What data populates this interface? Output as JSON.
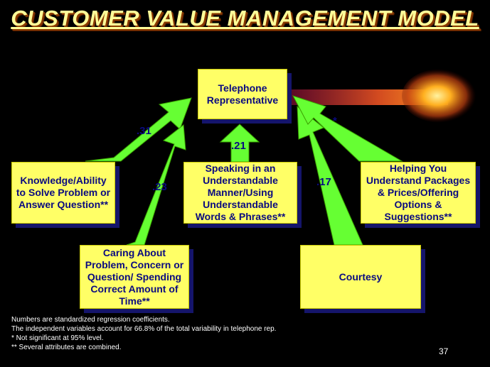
{
  "title": "CUSTOMER VALUE MANAGEMENT MODEL",
  "boxes": {
    "telephone_rep": "Telephone Representative",
    "knowledge": "Knowledge/Ability to Solve Problem or Answer Question**",
    "speaking": "Speaking in an Understandable Manner/Using Understandable Words & Phrases**",
    "helping": "Helping You Understand Packages & Prices/Offering Options & Suggestions**",
    "caring": "Caring About Problem, Concern or Question/ Spending Correct Amount of Time**",
    "courtesy": "Courtesy"
  },
  "coefficients": {
    "knowledge": ".31",
    "speaking": ".21",
    "caring": ".23",
    "courtesy": ".17",
    "helping": "*"
  },
  "notes": [
    "Numbers are standardized regression coefficients.",
    "The independent variables account for 66.8% of the total variability in telephone rep.",
    "* Not significant at 95% level.",
    "** Several attributes are combined."
  ],
  "page_number": "37",
  "colors": {
    "background": "#000000",
    "box_fill": "#ffff66",
    "box_text": "#0a0a80",
    "arrow": "#66ff33",
    "title": "#ffff99"
  }
}
